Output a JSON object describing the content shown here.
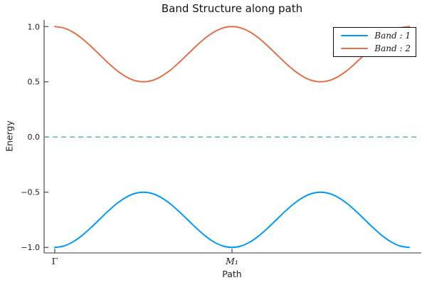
{
  "title": "Band Structure along path",
  "axes": {
    "xlabel": "Path",
    "ylabel": "Energy"
  },
  "colors": {
    "band1": "#009AFA",
    "band2": "#E36F47",
    "zero_line": "#3CB371",
    "axis": "#3a3a3a",
    "background": "#ffffff"
  },
  "legend": {
    "position": "top-right",
    "items": [
      {
        "label": "Band : 1",
        "color": "#009AFA"
      },
      {
        "label": "Band : 2",
        "color": "#E36F47"
      }
    ]
  },
  "chart_data": {
    "type": "line",
    "title": "Band Structure along path",
    "xlabel": "Path",
    "ylabel": "Energy",
    "grid": false,
    "legend_position": "top-right",
    "xlim": [
      -0.03,
      1.03
    ],
    "ylim": [
      -1.05,
      1.06
    ],
    "x": [
      0,
      0.025,
      0.05,
      0.075,
      0.1,
      0.125,
      0.15,
      0.175,
      0.2,
      0.225,
      0.25,
      0.275,
      0.3,
      0.325,
      0.35,
      0.375,
      0.4,
      0.425,
      0.45,
      0.475,
      0.5,
      0.525,
      0.55,
      0.575,
      0.6,
      0.625,
      0.65,
      0.675,
      0.7,
      0.725,
      0.75,
      0.775,
      0.8,
      0.825,
      0.85,
      0.875,
      0.9,
      0.925,
      0.95,
      0.975,
      1.0
    ],
    "series": [
      {
        "name": "Band : 1",
        "color": "#009AFA",
        "values": [
          -1.0,
          -0.988,
          -0.952,
          -0.897,
          -0.827,
          -0.75,
          -0.673,
          -0.603,
          -0.548,
          -0.512,
          -0.5,
          -0.512,
          -0.548,
          -0.603,
          -0.673,
          -0.75,
          -0.827,
          -0.897,
          -0.952,
          -0.988,
          -1.0,
          -0.988,
          -0.952,
          -0.897,
          -0.827,
          -0.75,
          -0.673,
          -0.603,
          -0.548,
          -0.512,
          -0.5,
          -0.512,
          -0.548,
          -0.603,
          -0.673,
          -0.75,
          -0.827,
          -0.897,
          -0.952,
          -0.988,
          -1.0
        ]
      },
      {
        "name": "Band : 2",
        "color": "#E36F47",
        "values": [
          1.0,
          0.988,
          0.952,
          0.897,
          0.827,
          0.75,
          0.673,
          0.603,
          0.548,
          0.512,
          0.5,
          0.512,
          0.548,
          0.603,
          0.673,
          0.75,
          0.827,
          0.897,
          0.952,
          0.988,
          1.0,
          0.988,
          0.952,
          0.897,
          0.827,
          0.75,
          0.673,
          0.603,
          0.548,
          0.512,
          0.5,
          0.512,
          0.548,
          0.603,
          0.673,
          0.75,
          0.827,
          0.897,
          0.952,
          0.988,
          1.0
        ]
      }
    ],
    "reference_lines": [
      {
        "y": 0.0,
        "color": "#3CB371",
        "style": "dashed",
        "name": "zero-energy-line"
      }
    ],
    "xticks": [
      {
        "pos": 0.0,
        "label": "Γ",
        "italic": false
      },
      {
        "pos": 0.5,
        "label": "M₁",
        "italic": true
      }
    ],
    "yticks": [
      {
        "pos": 1.0,
        "label": "1.0"
      },
      {
        "pos": 0.5,
        "label": "0.5"
      },
      {
        "pos": 0.0,
        "label": "0.0"
      },
      {
        "pos": -0.5,
        "label": "−0.5"
      },
      {
        "pos": -1.0,
        "label": "−1.0"
      }
    ]
  }
}
